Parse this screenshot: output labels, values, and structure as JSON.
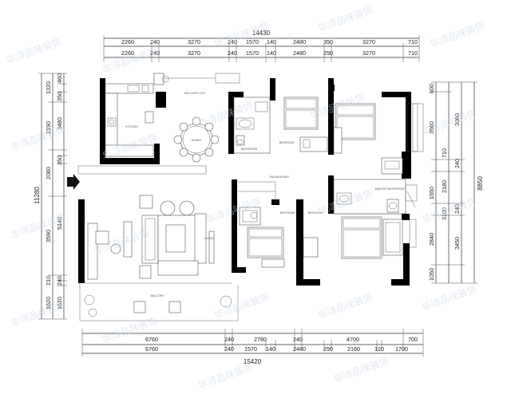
{
  "watermark": {
    "text": "华浔品味装饰"
  },
  "top_dims": {
    "overall": "14430",
    "row1": [
      "2260",
      "240",
      "3270",
      "240",
      "1570",
      "140",
      "2480",
      "350",
      "3270",
      "710"
    ],
    "row2": [
      "2260",
      "240",
      "3270",
      "240",
      "1570",
      "140",
      "2480",
      "250",
      "3270",
      "710"
    ]
  },
  "bottom_dims": {
    "row1": [
      "6760",
      "240",
      "2780",
      "240",
      "4700",
      "700"
    ],
    "row2": [
      "6760",
      "240",
      "1570",
      "140",
      "2480",
      "250",
      "2160",
      "120",
      "1700"
    ],
    "overall": "15420"
  },
  "left_dims": {
    "overall": "11280",
    "outer": [
      "1320",
      "2190",
      "2080",
      "3590",
      "1620"
    ],
    "inner": [
      "460",
      "350",
      "3480",
      "350",
      "5140",
      "240",
      "1620"
    ]
  },
  "left_dims_extra": [
    "210"
  ],
  "right_dims": {
    "overall": "8850",
    "outer": [
      "600",
      "3560",
      "2180",
      "3100",
      "2840",
      "1050"
    ],
    "inner": [
      "3060",
      "240",
      "1550",
      "240",
      "3450"
    ],
    "extra": [
      "710"
    ]
  },
  "room_labels": {
    "balcony_top": "BALCONY LIFE",
    "kitchen": "KITCHEN",
    "bathroom1": "BATHROOM",
    "bedroom1": "BEDROOM",
    "passageway": "PASSAGEWAY",
    "living": "LIVING",
    "bedroom2": "BEDROOM",
    "bedroom3": "BEDROOM",
    "master_bath": "MASTER BATHROOM",
    "balcony_bottom": "BALCONY",
    "dining": "DINING"
  },
  "colors": {
    "wall": "#000000",
    "watermark": "#c9d6e6",
    "line": "#333333"
  }
}
